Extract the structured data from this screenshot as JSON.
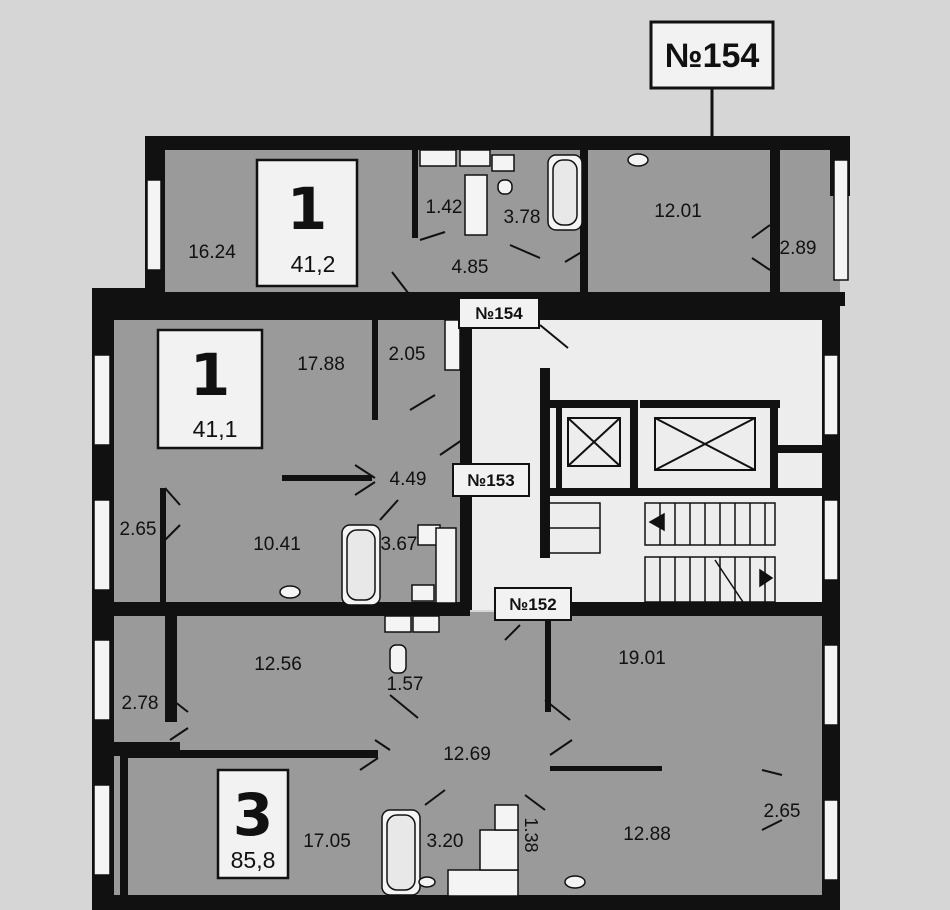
{
  "building_tag": "№154",
  "apartments": [
    {
      "rooms": "1",
      "area": "41,2",
      "tag": "№154"
    },
    {
      "rooms": "1",
      "area": "41,1",
      "tag": "№153"
    },
    {
      "rooms": "3",
      "area": "85,8",
      "tag": "№152"
    }
  ],
  "room_areas": {
    "a154_living": "16.24",
    "a154_wc": "1.42",
    "a154_bath": "3.78",
    "a154_kitchen": "12.01",
    "a154_loggia": "2.89",
    "a154_hall": "4.85",
    "a153_living": "17.88",
    "a153_wc": "2.05",
    "a153_hall": "4.49",
    "a153_loggia": "2.65",
    "a153_kitchen": "10.41",
    "a153_bath": "3.67",
    "a152_room1": "12.56",
    "a152_wc": "1.57",
    "a152_room2": "19.01",
    "a152_loggia1": "2.78",
    "a152_hall": "12.69",
    "a152_room3": "17.05",
    "a152_bath": "3.20",
    "a152_closet": "1.38",
    "a152_kitchen": "12.88",
    "a152_loggia2": "2.65"
  },
  "colors": {
    "background": "#d9d9d9",
    "apartment_fill": "#9a9a9a",
    "common_area": "#ededed",
    "wall": "#111111",
    "label_box": "#f2f2f2"
  }
}
